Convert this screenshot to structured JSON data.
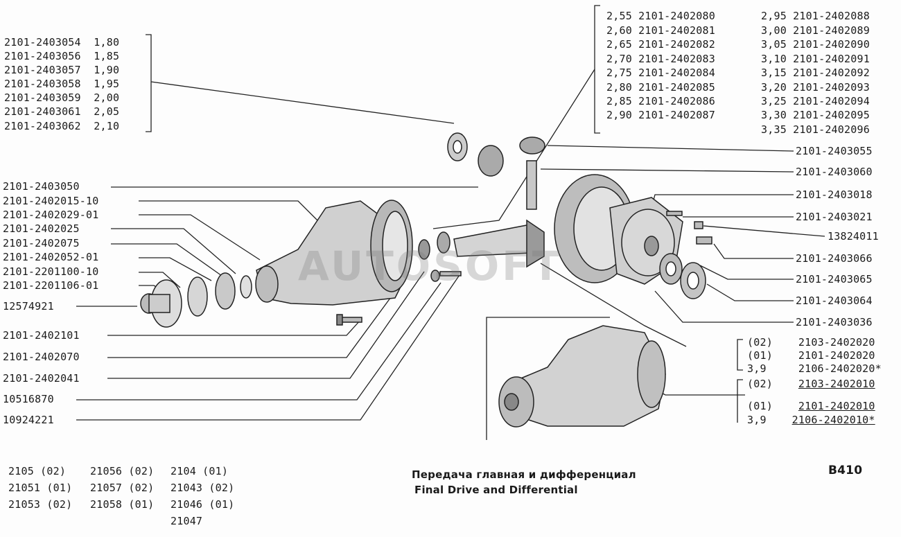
{
  "left_group": [
    {
      "part": "2101-2403054",
      "size": "1,80"
    },
    {
      "part": "2101-2403056",
      "size": "1,85"
    },
    {
      "part": "2101-2403057",
      "size": "1,90"
    },
    {
      "part": "2101-2403058",
      "size": "1,95"
    },
    {
      "part": "2101-2403059",
      "size": "2,00"
    },
    {
      "part": "2101-2403061",
      "size": "2,05"
    },
    {
      "part": "2101-2403062",
      "size": "2,10"
    }
  ],
  "top_group_a": [
    {
      "size": "2,55",
      "part": "2101-2402080"
    },
    {
      "size": "2,60",
      "part": "2101-2402081"
    },
    {
      "size": "2,65",
      "part": "2101-2402082"
    },
    {
      "size": "2,70",
      "part": "2101-2402083"
    },
    {
      "size": "2,75",
      "part": "2101-2402084"
    },
    {
      "size": "2,80",
      "part": "2101-2402085"
    },
    {
      "size": "2,85",
      "part": "2101-2402086"
    },
    {
      "size": "2,90",
      "part": "2101-2402087"
    }
  ],
  "top_group_b": [
    {
      "size": "2,95",
      "part": "2101-2402088"
    },
    {
      "size": "3,00",
      "part": "2101-2402089"
    },
    {
      "size": "3,05",
      "part": "2101-2402090"
    },
    {
      "size": "3,10",
      "part": "2101-2402091"
    },
    {
      "size": "3,15",
      "part": "2101-2402092"
    },
    {
      "size": "3,20",
      "part": "2101-2402093"
    },
    {
      "size": "3,25",
      "part": "2101-2402094"
    },
    {
      "size": "3,30",
      "part": "2101-2402095"
    },
    {
      "size": "3,35",
      "part": "2101-2402096"
    }
  ],
  "left_callouts": [
    "2101-2403050",
    "2101-2402015-10",
    "2101-2402029-01",
    "2101-2402025",
    "2101-2402075",
    "2101-2402052-01",
    "2101-2201100-10",
    "2101-2201106-01",
    "12574921"
  ],
  "bottom_left_callouts": [
    "2101-2402101",
    "2101-2402070",
    "2101-2402041",
    "10516870",
    "10924221"
  ],
  "right_callouts": [
    "2101-2403055",
    "2101-2403060",
    "2101-2403018",
    "2101-2403021",
    "13824011",
    "2101-2403066",
    "2101-2403065",
    "2101-2403064",
    "2101-2403036"
  ],
  "assembly_group_1": [
    {
      "code": "(02)",
      "part": "2103-2402020"
    },
    {
      "code": "(01)",
      "part": "2101-2402020"
    },
    {
      "code": "3,9",
      "part": "2106-2402020*"
    }
  ],
  "assembly_group_2": [
    {
      "code": "(02)",
      "part": "2103-2402010"
    },
    {
      "code": "(01)",
      "part": "2101-2402010"
    },
    {
      "code": "3,9",
      "part": "2106-2402010*"
    }
  ],
  "models": {
    "col1": [
      "2105  (02)",
      "21051 (01)",
      "21053 (02)"
    ],
    "col2": [
      "21056 (02)",
      "21057 (02)",
      "21058 (01)"
    ],
    "col3": [
      "2104  (01)",
      "21043 (02)",
      "21046 (01)",
      "21047"
    ]
  },
  "title_ru": "Передача главная и дифференциал",
  "title_en": "Final Drive and Differential",
  "page_code": "B410",
  "watermark": "AUTOSOFT"
}
